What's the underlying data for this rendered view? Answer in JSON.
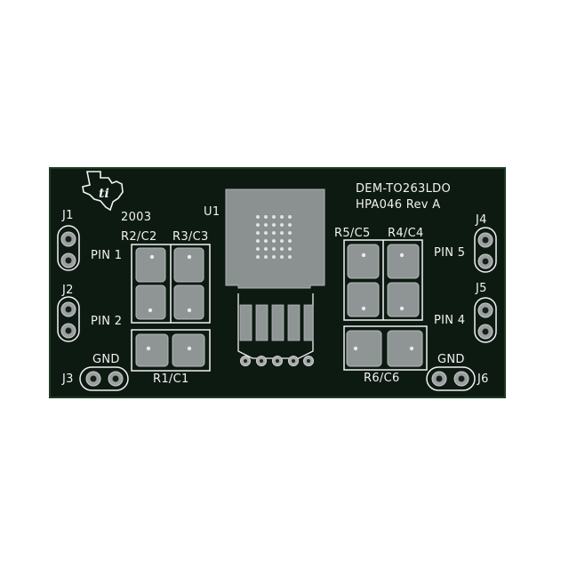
{
  "board": {
    "title_line1": "DEM-TO263LDO",
    "title_line2": "HPA046 Rev A",
    "year": "2003",
    "u1": "U1",
    "colors": {
      "substrate": "#0d1a12",
      "silkscreen": "#f2f2f2",
      "pad": "#9aa0a0",
      "pad_dark": "#7e8585"
    }
  },
  "left": {
    "j1": "J1",
    "pin1": "PIN 1",
    "j2": "J2",
    "pin2": "PIN 2",
    "gnd": "GND",
    "j3": "J3"
  },
  "right": {
    "j4": "J4",
    "pin5": "PIN 5",
    "j5": "J5",
    "pin4": "PIN 4",
    "gnd": "GND",
    "j6": "J6"
  },
  "components": {
    "r2c2": "R2/C2",
    "r3c3": "R3/C3",
    "r1c1": "R1/C1",
    "r5c5": "R5/C5",
    "r4c4": "R4/C4",
    "r6c6": "R6/C6"
  },
  "logo": {
    "name": "texas-instruments-logo",
    "lettering": "ti"
  }
}
